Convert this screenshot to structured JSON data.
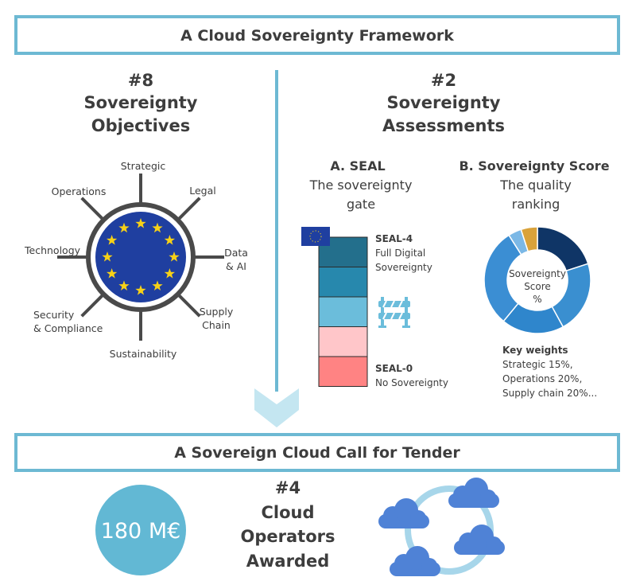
{
  "header": {
    "title": "A Cloud Sovereignty Framework"
  },
  "objectives": {
    "count": "#8",
    "title_line1": "Sovereignty",
    "title_line2": "Objectives",
    "items": [
      "Strategic",
      "Legal",
      "Data",
      "& AI",
      "Supply",
      "Chain",
      "Sustainability",
      "Security",
      "& Compliance",
      "Technology",
      "Operations"
    ]
  },
  "assessments": {
    "count": "#2",
    "title_line1": "Sovereignty",
    "title_line2": "Assessments",
    "seal": {
      "heading": "A. SEAL",
      "sub_line1": "The sovereignty",
      "sub_line2": "gate",
      "top_label": "SEAL-4",
      "top_desc_line1": "Full Digital",
      "top_desc_line2": "Sovereignty",
      "bottom_label": "SEAL-0",
      "bottom_desc": "No Sovereignty",
      "level_colors": [
        "#236f8c",
        "#2788ad",
        "#6bbddb",
        "#ffc6c9",
        "#ff8383"
      ]
    },
    "score": {
      "heading": "B. Sovereignty Score",
      "sub_line1": "The quality",
      "sub_line2": "ranking",
      "center_line1": "Sovereignty",
      "center_line2": "Score",
      "center_line3": "%",
      "donut_segments": [
        {
          "fraction": 0.2,
          "color": "#0f3566"
        },
        {
          "fraction": 0.22,
          "color": "#3a8fd0"
        },
        {
          "fraction": 0.19,
          "color": "#2f86cc"
        },
        {
          "fraction": 0.3,
          "color": "#3b8ed3"
        },
        {
          "fraction": 0.04,
          "color": "#7bb8e6"
        },
        {
          "fraction": 0.05,
          "color": "#d9a23a"
        }
      ],
      "key_weights_title": "Key weights",
      "key_weights_line1": "Strategic 15%,",
      "key_weights_line2": "Operations 20%,",
      "key_weights_line3": "Supply chain 20%..."
    }
  },
  "tender": {
    "title": "A Sovereign Cloud Call for Tender",
    "budget": "180 M€",
    "count": "#4",
    "line1": "Cloud",
    "line2": "Operators",
    "line3": "Awarded"
  },
  "colors": {
    "frame": "#6db9d3",
    "eu_blue": "#1f3fa0",
    "eu_star": "#f7d117",
    "cloud": "#4f82d6",
    "ring": "#a7d6ea"
  }
}
